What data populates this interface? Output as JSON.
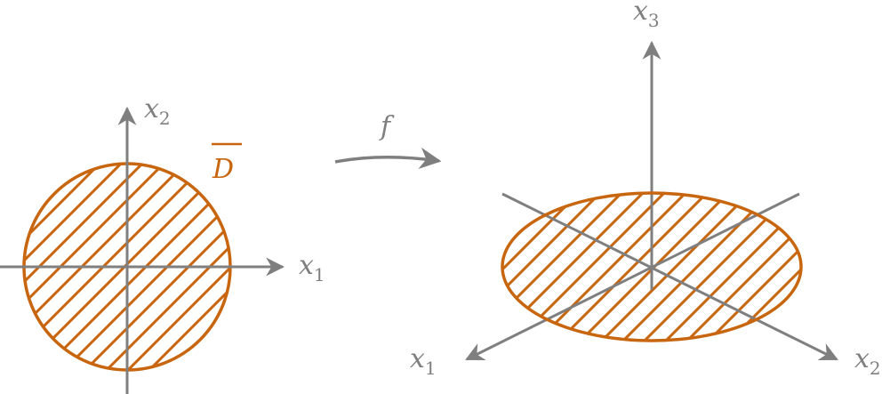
{
  "colors": {
    "axis": "#7f7f7f",
    "region": "#c8650f",
    "background": "#ffffff"
  },
  "left_plane": {
    "axis_h": {
      "base": "x",
      "sub": "1"
    },
    "axis_v": {
      "base": "x",
      "sub": "2"
    },
    "region_label": "D"
  },
  "map": {
    "label": "f"
  },
  "right_space": {
    "axis_vertical": {
      "base": "x",
      "sub": "3"
    },
    "axis_left": {
      "base": "x",
      "sub": "1"
    },
    "axis_right": {
      "base": "x",
      "sub": "2"
    }
  }
}
